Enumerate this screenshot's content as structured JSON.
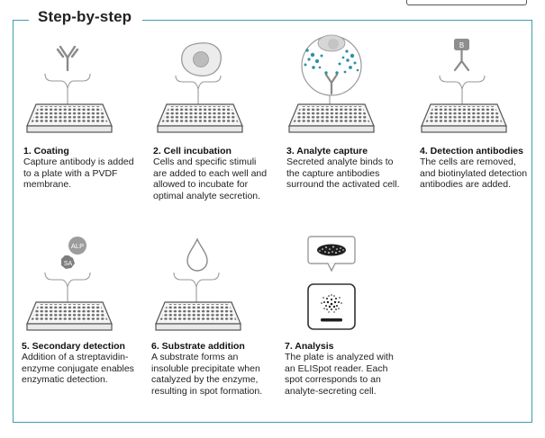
{
  "title": "Step-by-step",
  "accent_color": "#3f9db2",
  "steps": [
    {
      "title": "1. Coating",
      "desc": "Capture antibody is added to a plate with a PVDF membrane."
    },
    {
      "title": "2. Cell incubation",
      "desc": "Cells and specific stimuli are added to each well and allowed to incubate for optimal analyte secretion."
    },
    {
      "title": "3. Analyte capture",
      "desc": "Secreted analyte binds to the capture antibodies surround the activated cell."
    },
    {
      "title": "4. Detection antibodies",
      "desc": "The cells are removed, and biotinylated detection antibodies are added."
    },
    {
      "title": "5. Secondary detection",
      "desc": "Addition of a streptavidin-enzyme conjugate enables enzymatic detection."
    },
    {
      "title": "6. Substrate addition",
      "desc": "A substrate forms an insoluble precipitate when catalyzed by the enzyme, resulting in spot formation."
    },
    {
      "title": "7. Analysis",
      "desc": "The plate is analyzed with an ELISpot reader. Each spot corresponds to an analyte-secreting cell."
    }
  ],
  "icon_labels": {
    "biotin": "B",
    "alp": "ALP",
    "sa": "SA"
  }
}
